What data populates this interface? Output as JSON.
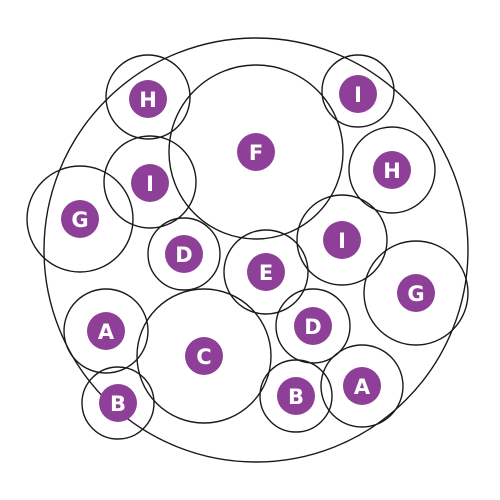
{
  "colors": {
    "badge": "#8e4098",
    "outline": "#1a1a1a",
    "background": "#ffffff"
  },
  "labels": [
    {
      "id": "h-top-left",
      "text": "H"
    },
    {
      "id": "i-top-right",
      "text": "I"
    },
    {
      "id": "f-center-top",
      "text": "F"
    },
    {
      "id": "i-upper-left",
      "text": "I"
    },
    {
      "id": "h-right",
      "text": "H"
    },
    {
      "id": "g-left",
      "text": "G"
    },
    {
      "id": "d-left",
      "text": "D"
    },
    {
      "id": "e-center",
      "text": "E"
    },
    {
      "id": "i-center-right",
      "text": "I"
    },
    {
      "id": "g-right",
      "text": "G"
    },
    {
      "id": "a-left",
      "text": "A"
    },
    {
      "id": "c-center",
      "text": "C"
    },
    {
      "id": "d-right",
      "text": "D"
    },
    {
      "id": "b-left",
      "text": "B"
    },
    {
      "id": "b-bottom",
      "text": "B"
    },
    {
      "id": "a-bottom-right",
      "text": "A"
    }
  ]
}
